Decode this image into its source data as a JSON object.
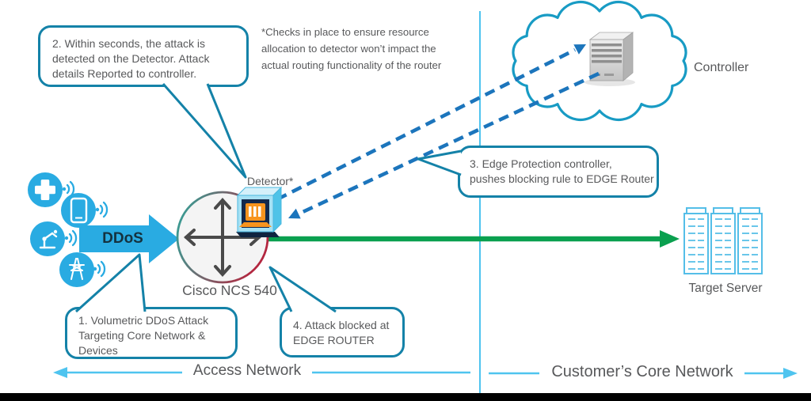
{
  "note": {
    "text": "*Checks in place to ensure resource\nallocation to detector won’t impact the\nactual routing functionality of the router"
  },
  "callouts": {
    "step1": {
      "text": "1. Volumetric DDoS Attack\nTargeting Core Network &\nDevices"
    },
    "step2": {
      "text": "2. Within seconds, the attack is\ndetected on the Detector. Attack\ndetails Reported to controller."
    },
    "step3": {
      "text": "3. Edge Protection controller,\npushes blocking rule to EDGE Router"
    },
    "step4": {
      "text": "4. Attack blocked at\nEDGE ROUTER"
    }
  },
  "labels": {
    "detector": "Detector*",
    "router": "Cisco NCS 540",
    "controller": "Controller",
    "target_server": "Target Server",
    "ddos": "DDoS",
    "access_network": "Access Network",
    "core_network": "Customer’s Core Network"
  },
  "icons": {
    "sources": [
      "medical-cross",
      "smartphone",
      "robot-arm",
      "power-tower"
    ],
    "signal": "wifi-waves",
    "controller": "server-tower",
    "router": "cisco-router-4way",
    "detector": "detector-chip-cube",
    "target": "server-rack-towers",
    "cloud": "cloud-outline"
  },
  "colors": {
    "callout_border_teal": "#1482A8",
    "cloud_teal": "#189BC4",
    "cyan_accent": "#29ABE2",
    "dashed_arrow_blue": "#1C75BC",
    "green_arrow": "#0AA04F",
    "text_gray": "#58595B",
    "divider_cyan": "#4FC4EF",
    "router_ring_teal": "#2EA79B",
    "router_ring_red": "#B32740",
    "detector_orange": "#F7941E",
    "bottom_bar": "#000000"
  }
}
